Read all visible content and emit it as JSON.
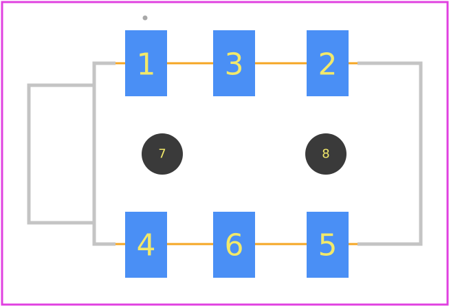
{
  "colors": {
    "background": "#ffffff",
    "board_outline": "#e040e0",
    "silkscreen": "#c4c4c4",
    "trace": "#f5a623",
    "pad": "#4a8ff5",
    "hole": "#3a3a3a",
    "label": "#f2e96a",
    "pin1_marker": "#a8a8a8"
  },
  "pads": [
    {
      "id": "1",
      "label": "1"
    },
    {
      "id": "3",
      "label": "3"
    },
    {
      "id": "2",
      "label": "2"
    },
    {
      "id": "4",
      "label": "4"
    },
    {
      "id": "6",
      "label": "6"
    },
    {
      "id": "5",
      "label": "5"
    }
  ],
  "holes": [
    {
      "id": "7",
      "label": "7"
    },
    {
      "id": "8",
      "label": "8"
    }
  ]
}
